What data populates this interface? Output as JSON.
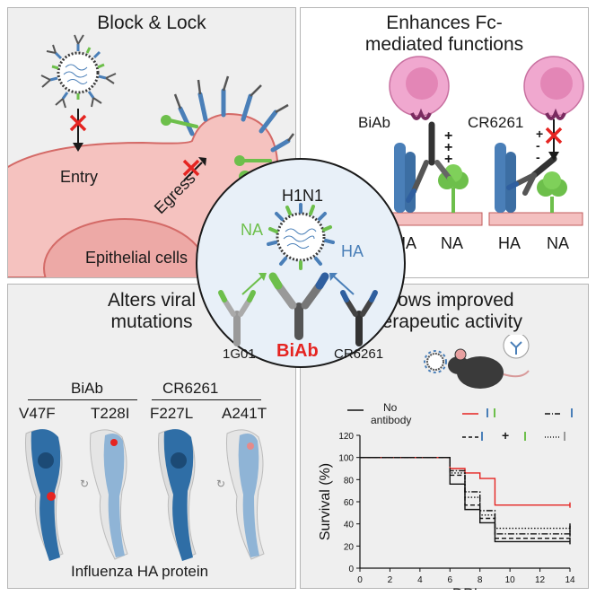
{
  "panels": {
    "block_lock": {
      "title": "Block & Lock",
      "entry": "Entry",
      "egress": "Egress",
      "cells": "Epithelial cells"
    },
    "fc": {
      "title_line1": "Enhances Fc-",
      "title_line2": "mediated functions",
      "biab": "BiAb",
      "cr6261": "CR6261",
      "ha": "HA",
      "na": "NA",
      "plus_signs": "+\n+\n+",
      "minus_signs": "+\n-\n-"
    },
    "center": {
      "virus": "H1N1",
      "na": "NA",
      "ha": "HA",
      "left_ab": "1G01",
      "middle_ab": "BiAb",
      "right_ab": "CR6261"
    },
    "mutations": {
      "title_line1": "Alters viral",
      "title_line2": "mutations",
      "group1": "BiAb",
      "group2": "CR6261",
      "m1": "V47F",
      "m2": "T228I",
      "m3": "F227L",
      "m4": "A241T",
      "caption": "Influenza HA protein"
    },
    "therapy": {
      "title_line1": "Shows improved",
      "title_line2": "therapeutic activity",
      "legend_none_line1": "No",
      "legend_none_line2": "antibody",
      "legend_plus": "+"
    }
  },
  "colors": {
    "ha_blue": "#4a7fb8",
    "na_green": "#6dbf4b",
    "biab_red": "#e52421",
    "membrane": "#f2b7b5"
  },
  "chart_data": {
    "type": "line",
    "xlabel": "DPI",
    "ylabel": "Survival (%)",
    "xlim": [
      0,
      14
    ],
    "ylim": [
      0,
      120
    ],
    "xticks": [
      "0",
      "2",
      "4",
      "6",
      "8",
      "10",
      "12",
      "14"
    ],
    "yticks": [
      "0",
      "20",
      "40",
      "60",
      "80",
      "100",
      "120"
    ],
    "series": [
      {
        "name": "No antibody",
        "color": "#111111",
        "dash": "solid",
        "x": [
          0,
          6,
          7,
          8,
          9,
          14
        ],
        "y": [
          100,
          76,
          53,
          41,
          24,
          24
        ]
      },
      {
        "color": "#e52421",
        "dash": "solid",
        "x": [
          0,
          6,
          7,
          8,
          9,
          14
        ],
        "y": [
          100,
          90,
          86,
          81,
          57,
          57
        ]
      },
      {
        "color": "#111111",
        "dash": "dashdot",
        "x": [
          0,
          6,
          7,
          8,
          9,
          14
        ],
        "y": [
          100,
          88,
          69,
          52,
          31,
          36
        ]
      },
      {
        "color": "#111111",
        "dash": "dotted",
        "x": [
          0,
          6,
          7,
          8,
          9,
          14
        ],
        "y": [
          100,
          86,
          64,
          48,
          36,
          38
        ]
      },
      {
        "color": "#111111",
        "dash": "dashed",
        "x": [
          0,
          6,
          7,
          8,
          9,
          14
        ],
        "y": [
          100,
          84,
          57,
          45,
          27,
          31
        ]
      }
    ]
  }
}
